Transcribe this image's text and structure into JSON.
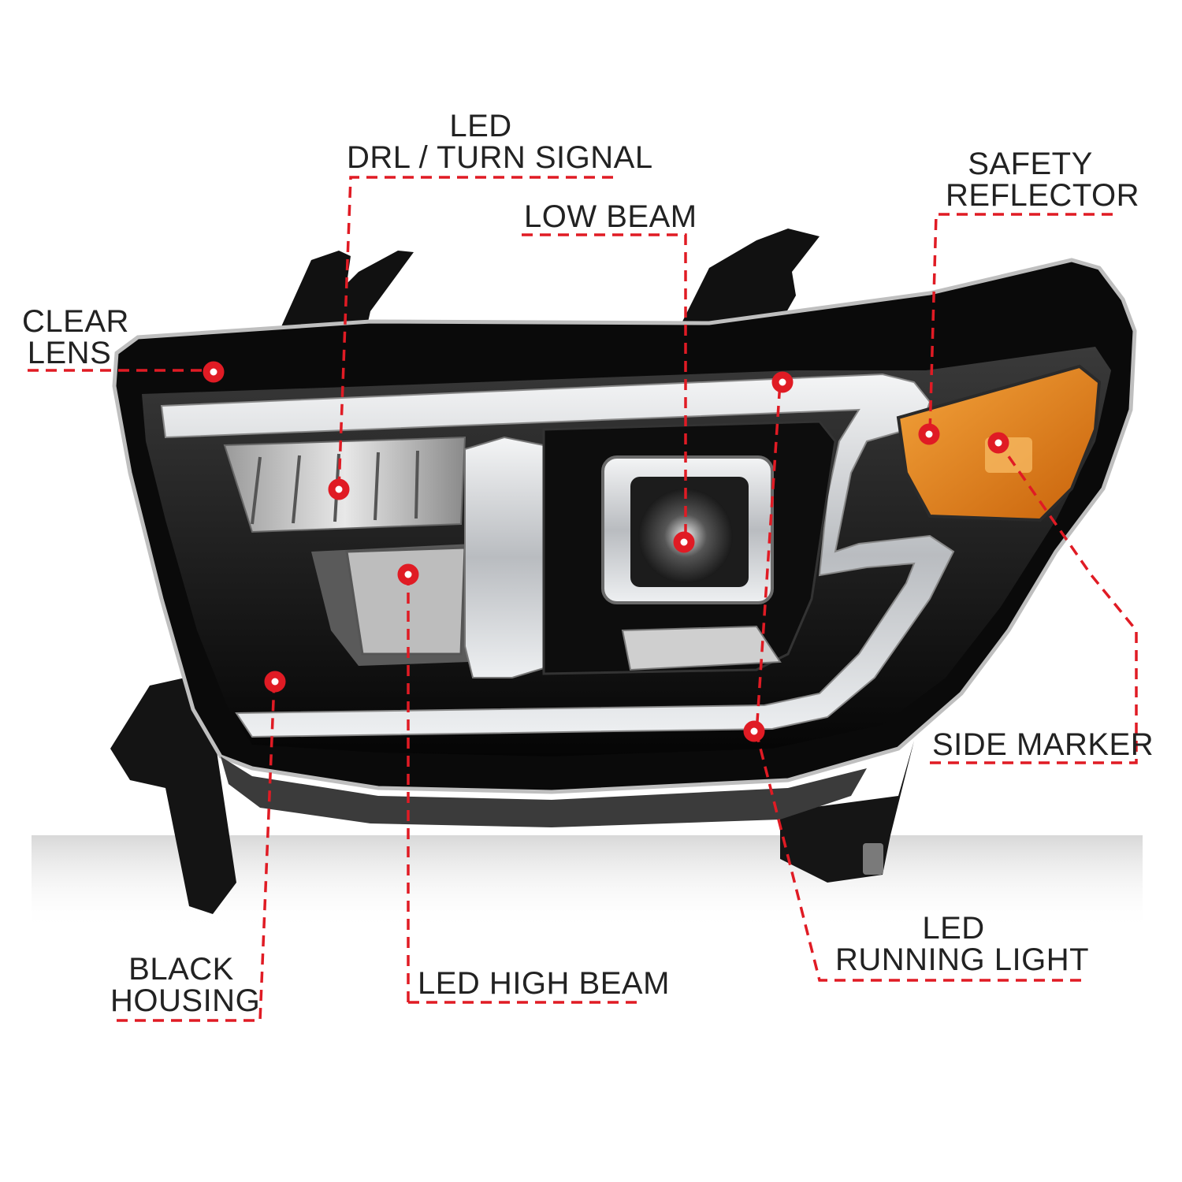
{
  "colors": {
    "callout_red": "#e01b24",
    "housing_black": "#0d0d0d",
    "amber": "#e0870f",
    "chrome": "#c9ccd0",
    "label_text": "#222222"
  },
  "callouts": {
    "drl_turn": {
      "line1": "LED",
      "line2": "DRL / TURN SIGNAL"
    },
    "low_beam": {
      "line1": "LOW BEAM"
    },
    "safety_reflector": {
      "line1": "SAFETY",
      "line2": "REFLECTOR"
    },
    "clear_lens": {
      "line1": "CLEAR",
      "line2": "LENS"
    },
    "side_marker": {
      "line1": "SIDE MARKER"
    },
    "black_housing": {
      "line1": "BLACK",
      "line2": "HOUSING"
    },
    "led_high_beam": {
      "line1": "LED HIGH BEAM"
    },
    "led_running_light": {
      "line1": "LED",
      "line2": "RUNNING LIGHT"
    }
  }
}
